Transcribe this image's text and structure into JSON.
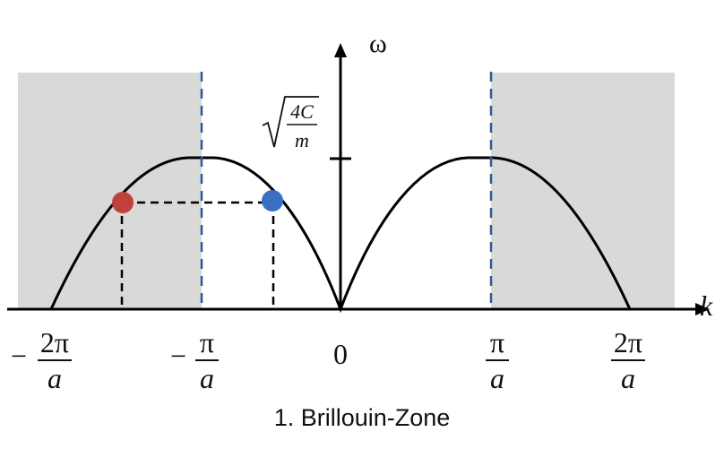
{
  "axes": {
    "y_label": "ω",
    "x_label": "k",
    "y_tick_label": {
      "sqrt_numerator": "4C",
      "sqrt_denominator": "m"
    }
  },
  "x_ticks": [
    {
      "sign": "−",
      "numerator": "2π",
      "denominator": "a"
    },
    {
      "sign": "−",
      "numerator": "π",
      "denominator": "a"
    },
    {
      "zero": "0"
    },
    {
      "sign": "",
      "numerator": "π",
      "denominator": "a"
    },
    {
      "sign": "",
      "numerator": "2π",
      "denominator": "a"
    }
  ],
  "caption": "1. Brillouin-Zone",
  "colors": {
    "shade": "#d9d9d9",
    "curve": "#000000",
    "zone_boundary": "#2f5b91",
    "red_point": "#c0403a",
    "blue_point": "#3a70c4"
  }
}
